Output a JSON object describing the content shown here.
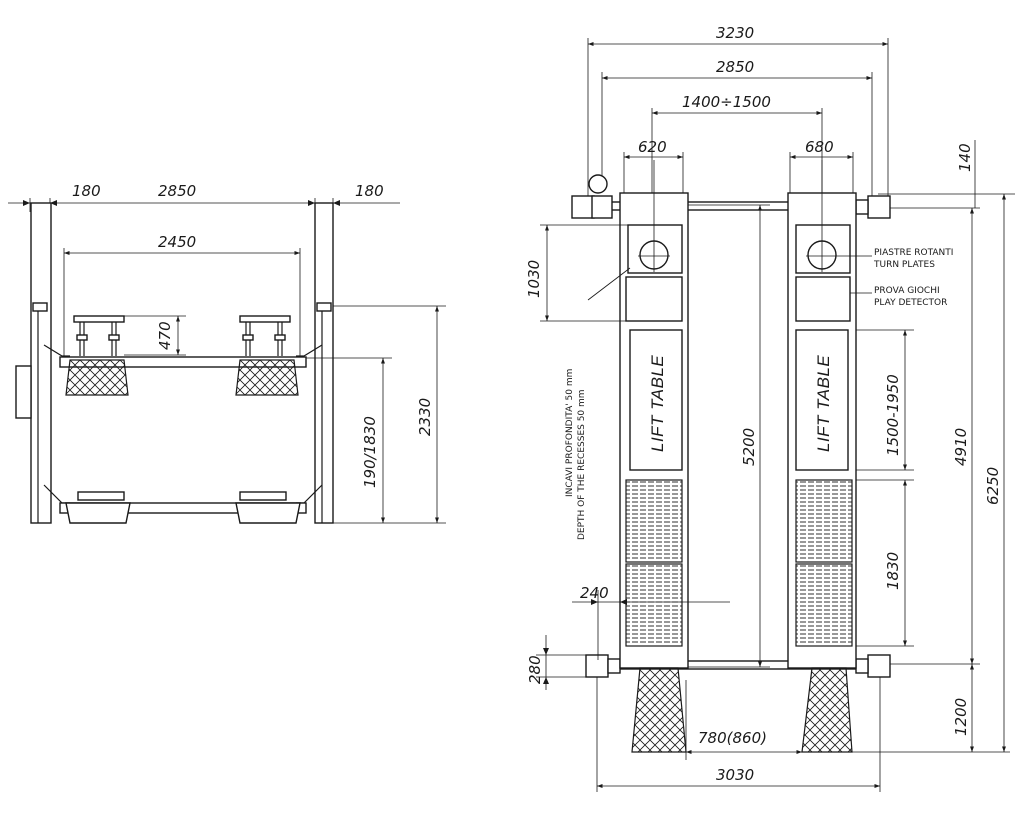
{
  "front_view": {
    "dims": {
      "left_post": "180",
      "span_top": "2850",
      "right_post": "180",
      "inner_span": "2450",
      "pad_height": "470",
      "lift_height": "190/1830",
      "total_height": "2330"
    }
  },
  "plan_view": {
    "dims": {
      "overall_width": "3230",
      "column_width": "2850",
      "track_spacing": "1400÷1500",
      "left_track": "620",
      "right_track": "680",
      "top_offset": "140",
      "turnplate_depth": "1030",
      "runway_length": "5200",
      "lift_table_travel": "1500-1950",
      "rear_span": "4910",
      "total_length": "6250",
      "detector_length": "1830",
      "recess_offset": "240",
      "base_height": "280",
      "ramp_length": "1200",
      "ramp_gap": "780(860)",
      "bottom_width": "3030"
    },
    "labels": {
      "turn_plates_it": "PIASTRE ROTANTI",
      "turn_plates_en": "TURN PLATES",
      "play_detector_it": "PROVA GIOCHI",
      "play_detector_en": "PLAY DETECTOR",
      "recess_it": "INCAVI PROFONDITA' 50 mm",
      "recess_en": "DEPTH OF THE RECESSES 50 mm",
      "lift_table_left": "LIFT TABLE",
      "lift_table_right": "LIFT TABLE"
    }
  }
}
